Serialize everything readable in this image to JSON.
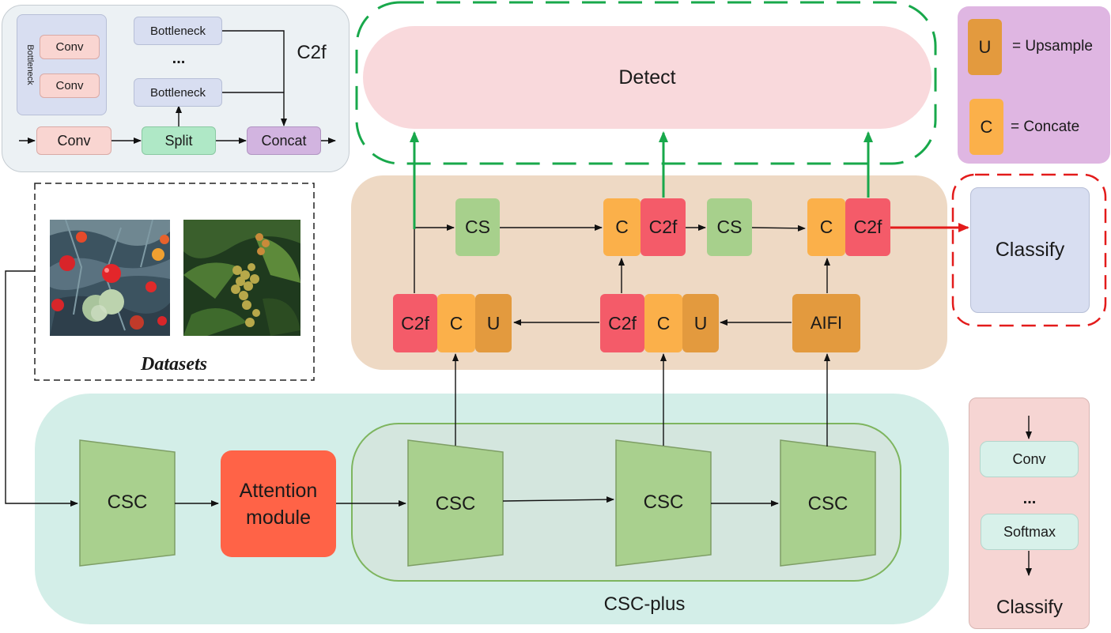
{
  "c2f_panel": {
    "title": "C2f",
    "bottleneck_vertical": "Bottleneck",
    "conv_inner_1": "Conv",
    "conv_inner_2": "Conv",
    "bottleneck_top": "Bottleneck",
    "ellipsis": "...",
    "bottleneck_bottom": "Bottleneck",
    "conv": "Conv",
    "split": "Split",
    "concat": "Concat"
  },
  "legend": {
    "u_symbol": "U",
    "u_label": "= Upsample",
    "c_symbol": "C",
    "c_label": "= Concate"
  },
  "detect": {
    "label": "Detect"
  },
  "neck": {
    "top_row": [
      "CS",
      "C",
      "C2f",
      "CS",
      "C",
      "C2f"
    ],
    "bottom_left": [
      "C2f",
      "C",
      "U"
    ],
    "bottom_mid": [
      "C2f",
      "C",
      "U"
    ],
    "aifi": "AIFI"
  },
  "classify_head": {
    "label": "Classify"
  },
  "datasets": {
    "label": "Datasets"
  },
  "backbone": {
    "csc_1": "CSC",
    "attention": "Attention\nmodule",
    "csc_2": "CSC",
    "csc_3": "CSC",
    "csc_4": "CSC",
    "group_label": "CSC-plus"
  },
  "classify_panel": {
    "conv": "Conv",
    "ellipsis": "...",
    "softmax": "Softmax",
    "title": "Classify"
  },
  "colors": {
    "c2f_red": "#F45B69",
    "concat_orange": "#FBB04A",
    "upsample_orange": "#E39A3E",
    "cs_green": "#A7D08C",
    "csc_green": "#A9D08E",
    "attention_red": "#FF6347",
    "detect_pink": "#F9D9DC",
    "neck_bg": "#EED9C4",
    "backbone_bg": "#D3EEE8",
    "legend_purple": "#DFB6E2",
    "arrow_green": "#18A84B",
    "arrow_red": "#E31B1B"
  }
}
